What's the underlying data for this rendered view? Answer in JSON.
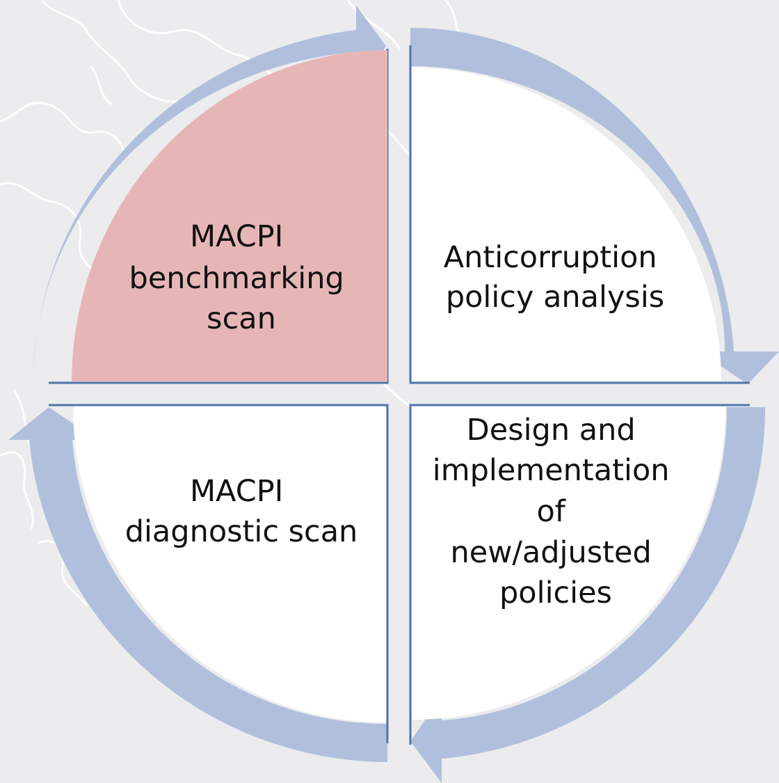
{
  "diagram": {
    "quadrants": {
      "top_left": [
        "MACPI",
        "benchmarking",
        "scan"
      ],
      "top_right": [
        "Anticorruption",
        "policy analysis"
      ],
      "bottom_right": [
        "Design and",
        "implementation",
        "of",
        "new/adjusted",
        "policies"
      ],
      "bottom_left": [
        "MACPI",
        "diagnostic scan"
      ]
    },
    "colors": {
      "background": "#ececee",
      "map_lines": "#ffffff",
      "arrow_fill": "#b0c0dc",
      "quadrant_border": "#4f74ab",
      "highlight_fill": "#e6b6b6",
      "default_fill": "#ffffff",
      "text": "#111111"
    },
    "highlighted_quadrant": "top_left"
  }
}
